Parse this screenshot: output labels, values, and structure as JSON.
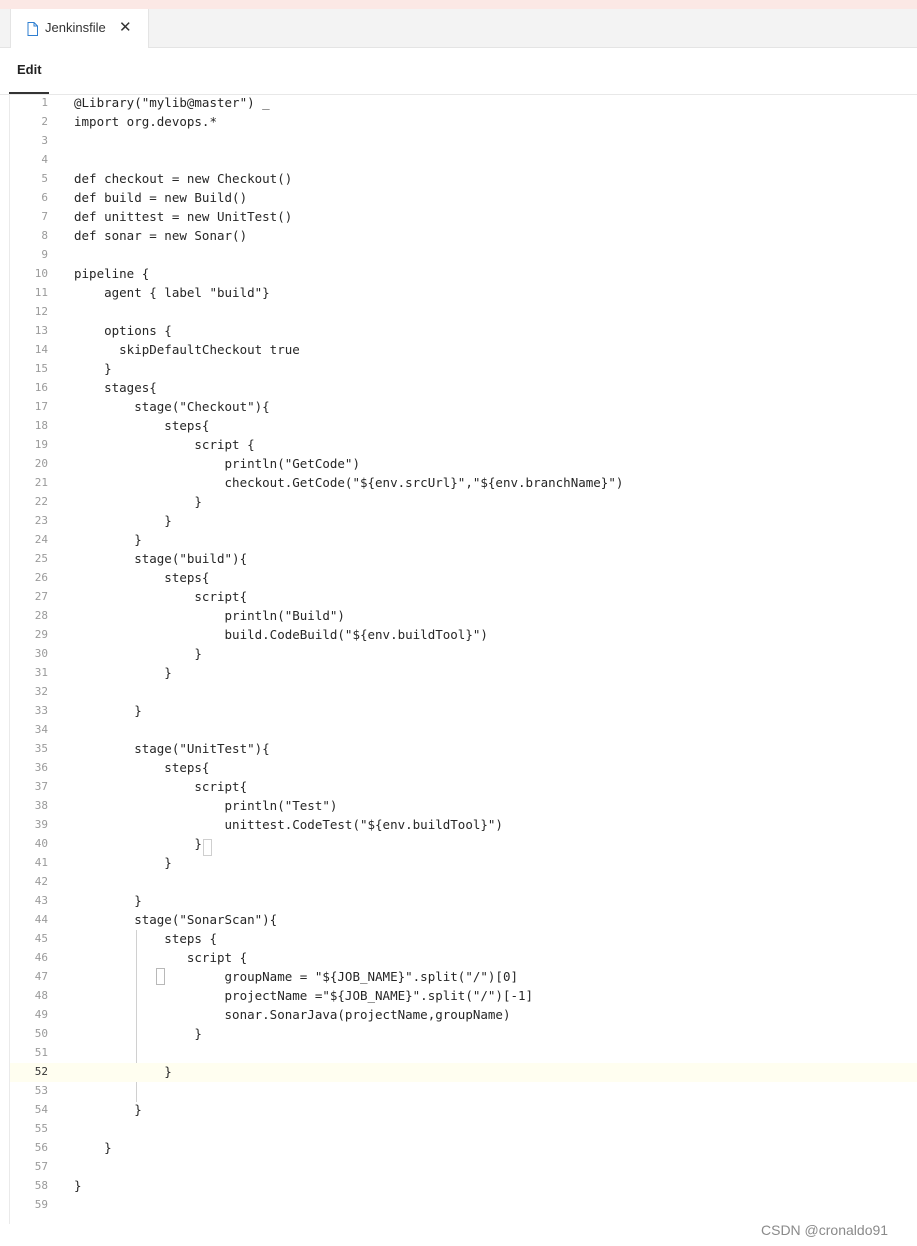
{
  "tab": {
    "file_name": "Jenkinsfile",
    "close_glyph": "✕",
    "icon": "file-icon"
  },
  "mode": {
    "edit_label": "Edit"
  },
  "editor": {
    "current_line": 52,
    "lines": [
      "@Library(\"mylib@master\") _",
      "import org.devops.*",
      "",
      "",
      "def checkout = new Checkout()",
      "def build = new Build()",
      "def unittest = new UnitTest()",
      "def sonar = new Sonar()",
      "",
      "pipeline {",
      "    agent { label \"build\"}",
      "",
      "    options {",
      "      skipDefaultCheckout true",
      "    }",
      "    stages{",
      "        stage(\"Checkout\"){",
      "            steps{",
      "                script {",
      "                    println(\"GetCode\")",
      "                    checkout.GetCode(\"${env.srcUrl}\",\"${env.branchName}\")",
      "                }",
      "            }",
      "        }",
      "        stage(\"build\"){",
      "            steps{",
      "                script{",
      "                    println(\"Build\")",
      "                    build.CodeBuild(\"${env.buildTool}\")",
      "                }",
      "            }",
      "",
      "        }",
      "",
      "        stage(\"UnitTest\"){",
      "            steps{",
      "                script{",
      "                    println(\"Test\")",
      "                    unittest.CodeTest(\"${env.buildTool}\")",
      "                }",
      "            }",
      "",
      "        }",
      "        stage(\"SonarScan\"){",
      "            steps {",
      "               script {",
      "                    groupName = \"${JOB_NAME}\".split(\"/\")[0]",
      "                    projectName =\"${JOB_NAME}\".split(\"/\")[-1]",
      "                    sonar.SonarJava(projectName,groupName)",
      "                }",
      "",
      "            }",
      "",
      "        }",
      "",
      "    }",
      "",
      "}",
      ""
    ]
  },
  "watermark": "CSDN @cronaldo91"
}
